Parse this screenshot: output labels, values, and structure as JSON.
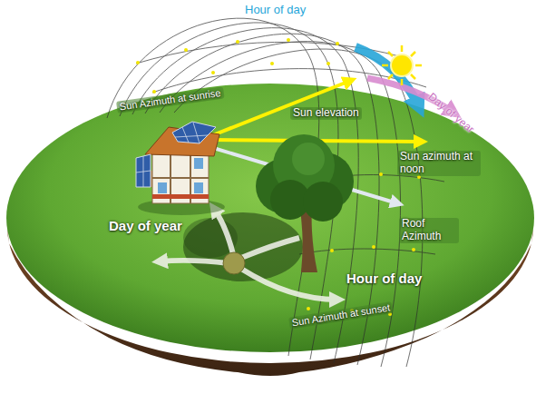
{
  "diagram": {
    "labels": [
      "Hour of day",
      "Day of year",
      "Sun Azimuth at sunrise",
      "Sun elevation",
      "Sun azimuth at noon",
      "Roof Azimuth",
      "Day of year",
      "Hour of day",
      "Sun Azimuth at sunset"
    ]
  }
}
